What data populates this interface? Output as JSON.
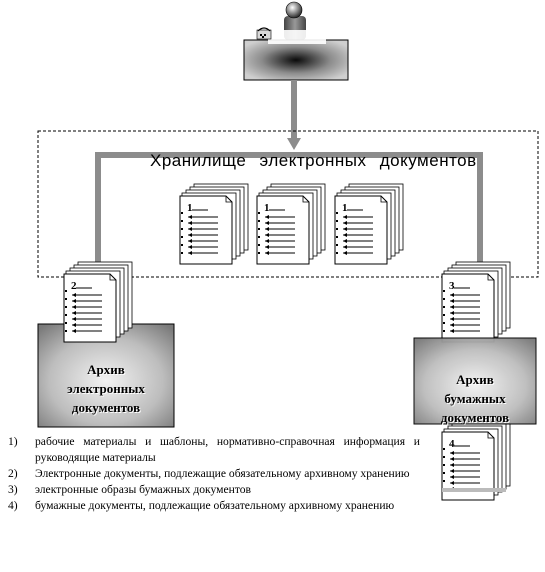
{
  "storage": {
    "title": "Хранилище электронных документов"
  },
  "archives": {
    "electronic": {
      "lines": [
        "Архив",
        "электронных",
        "документов"
      ]
    },
    "paper": {
      "lines": [
        "Архив",
        "бумажных",
        "документов"
      ]
    }
  },
  "doc_stacks": [
    {
      "id": "storage-stack-1",
      "number": "1"
    },
    {
      "id": "storage-stack-2",
      "number": "1"
    },
    {
      "id": "storage-stack-3",
      "number": "1"
    },
    {
      "id": "electronic-archive-stack",
      "number": "2"
    },
    {
      "id": "paper-archive-stack",
      "number": "3"
    },
    {
      "id": "paper-archive-lower-stack",
      "number": "4"
    }
  ],
  "legend": [
    {
      "num": "1)",
      "text": "рабочие материалы и шаблоны, нормативно-справочная информация и руководящие материалы"
    },
    {
      "num": "2)",
      "text": "Электронные документы, подлежащие обязательному архивному хранению"
    },
    {
      "num": "3)",
      "text": "электронные образы бумажных документов"
    },
    {
      "num": "4)",
      "text": "бумажные документы, подлежащие обязательному архивному хранению"
    }
  ],
  "icons": {
    "operator": "computer-operator-icon",
    "document": "document-stack-icon"
  }
}
